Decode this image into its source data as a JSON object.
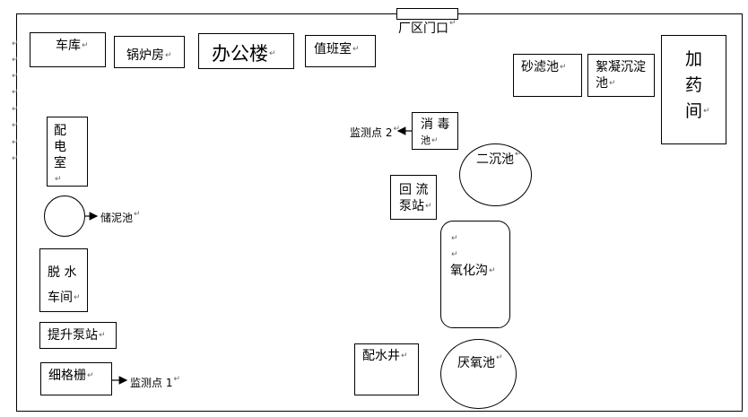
{
  "title": "厂区门口",
  "buildings": {
    "garage": "车库",
    "boiler_room": "锅炉房",
    "office": "办公楼",
    "duty_room": "值班室",
    "distribution_room": "配电室",
    "sludge_tank": "储泥池",
    "dewatering": [
      "脱 水",
      "车间"
    ],
    "lift_pump": "提升泵站",
    "fine_screen": "细格栅",
    "monitor1": "监测点 1",
    "monitor2": "监测点 2",
    "disinfection": [
      "消 毒",
      "池"
    ],
    "return_pump": [
      "回 流",
      "泵站"
    ],
    "secondary_clarifier": "二沉池",
    "oxidation_ditch": "氧化沟",
    "distribution_well": "配水井",
    "anaerobic_tank": "厌氧池",
    "sand_filter": "砂滤池",
    "flocculation": [
      "絮凝沉淀",
      "池"
    ],
    "dosing_room": [
      "加",
      "药",
      "间"
    ]
  },
  "paragraph_mark": "↵",
  "colors": {
    "line": "#000000",
    "mark": "#666666"
  }
}
